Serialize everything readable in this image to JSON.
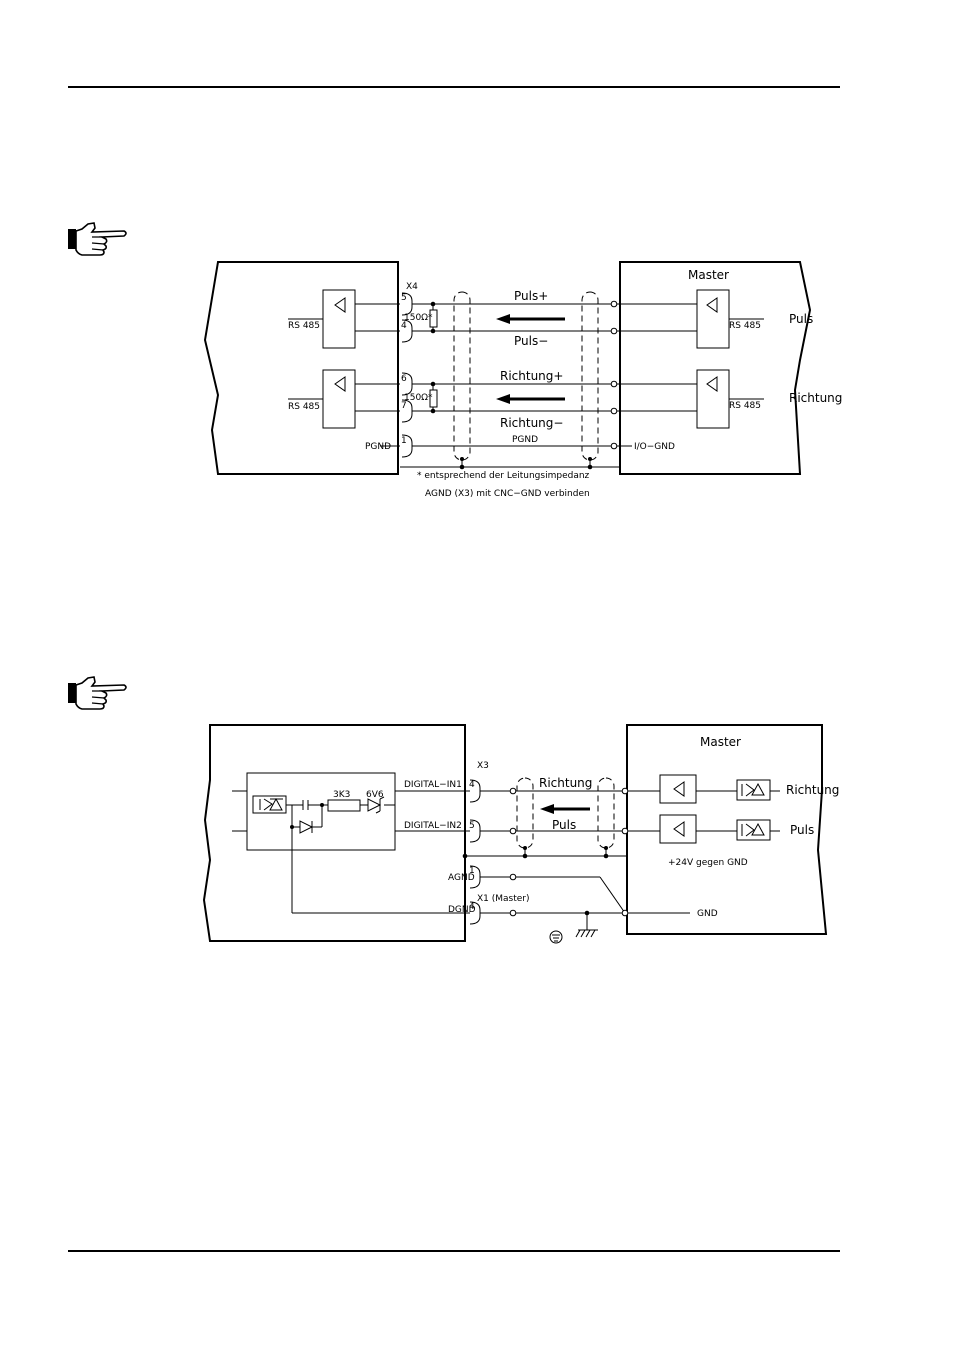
{
  "diagram1": {
    "connector": "X4",
    "pins": {
      "p5": "5",
      "p4": "4",
      "p6": "6",
      "p7": "7",
      "p1": "1"
    },
    "resistor_a": "150Ω*",
    "resistor_b": "150Ω*",
    "rs485_left_a": "RS 485",
    "rs485_left_b": "RS 485",
    "pgnd_pin_label": "PGND",
    "master": "Master",
    "rs485_right_a": "RS 485",
    "rs485_right_b": "RS 485",
    "puls_out": "Puls",
    "richtung_out": "Richtung",
    "puls_plus": "Puls+",
    "puls_minus": "Puls−",
    "richtung_plus": "Richtung+",
    "richtung_minus": "Richtung−",
    "pgnd_wire": "PGND",
    "io_gnd": "I/O−GND",
    "note1": "* entsprechend der Leitungsimpedanz",
    "note2": "AGND (X3) mit CNC−GND verbinden"
  },
  "diagram2": {
    "connector": "X3",
    "connector2": "X1 (Master)",
    "pins": {
      "p4a": "4",
      "p5": "5",
      "p1": "1",
      "p4b": "4"
    },
    "r_label": "3K3",
    "z_label": "6V6",
    "din1": "DIGITAL−IN1",
    "din2": "DIGITAL−IN2",
    "agnd": "AGND",
    "dgnd": "DGND",
    "richtung_wire": "Richtung",
    "puls_wire": "Puls",
    "master": "Master",
    "richtung_out": "Richtung",
    "puls_out": "Puls",
    "supply": "+24V gegen GND",
    "gnd": "GND"
  }
}
